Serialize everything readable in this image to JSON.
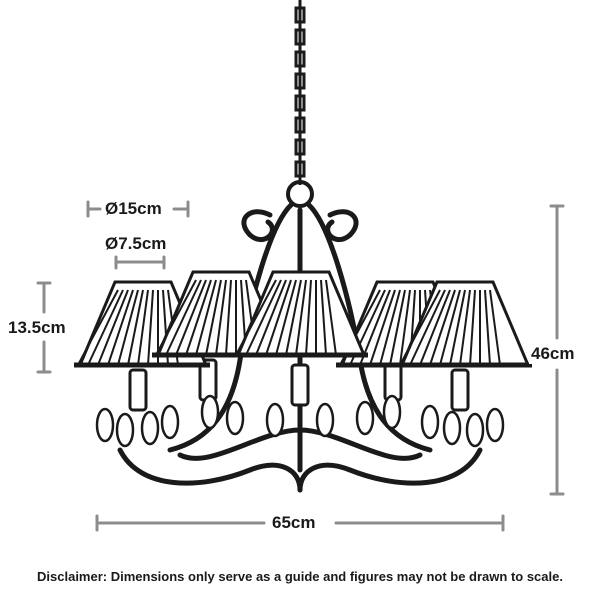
{
  "dimensions": {
    "shade_top_diameter": "Ø15cm",
    "shade_bottom_diameter": "Ø7.5cm",
    "shade_height": "13.5cm",
    "total_height": "46cm",
    "total_width": "65cm"
  },
  "disclaimer": "Disclaimer: Dimensions only serve as a guide and figures may not be drawn to scale.",
  "colors": {
    "line_art": "#1a1a1a",
    "dimension_lines": "#8c8c8c",
    "background": "#ffffff"
  }
}
